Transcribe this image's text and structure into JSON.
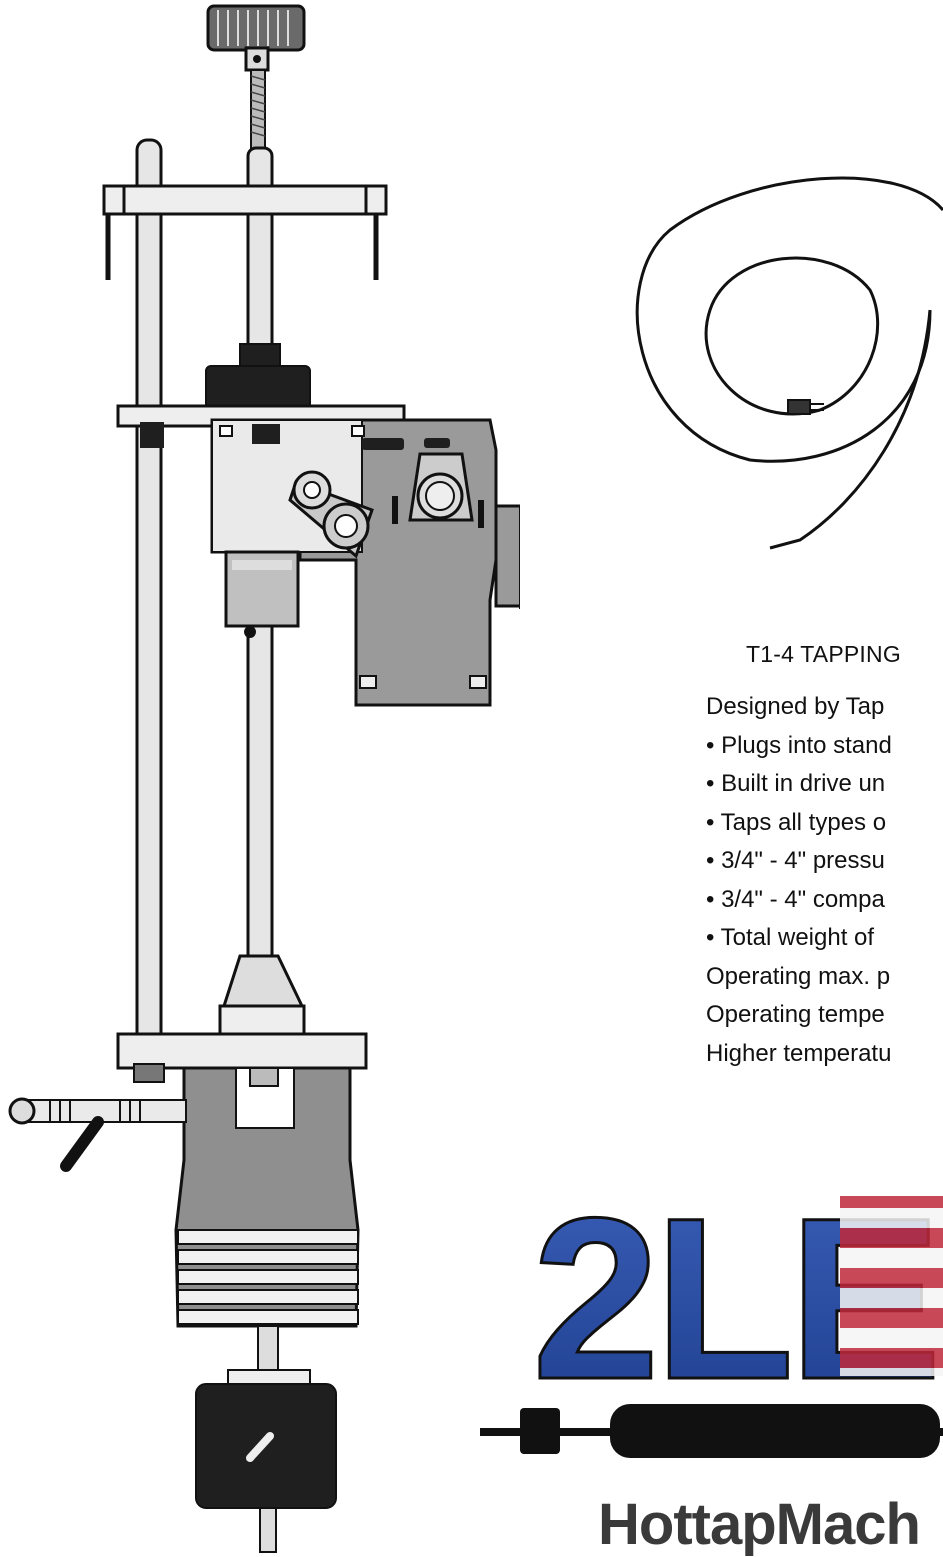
{
  "product": {
    "title": "T1-4 TAPPING",
    "specs": [
      "Designed by Tap",
      "• Plugs into stand",
      "• Built in drive un",
      "• Taps all types o",
      "• 3/4\" - 4\" pressu",
      "• 3/4\" - 4\" compa",
      "• Total weight of",
      "Operating max. p",
      "Operating tempe",
      "Higher temperatu"
    ]
  },
  "brand": {
    "logo_text": "2LE",
    "site_text": "HottapMach"
  },
  "colors": {
    "machine_gray": "#9a9a9a",
    "machine_dark": "#1f1f1f",
    "rod_light": "#e6e6e6",
    "logo_blue": "#1f3f8f",
    "logo_red": "#c0283a"
  },
  "icons": [
    "tapping-machine-illustration",
    "power-cord-icon",
    "flag-logo"
  ]
}
